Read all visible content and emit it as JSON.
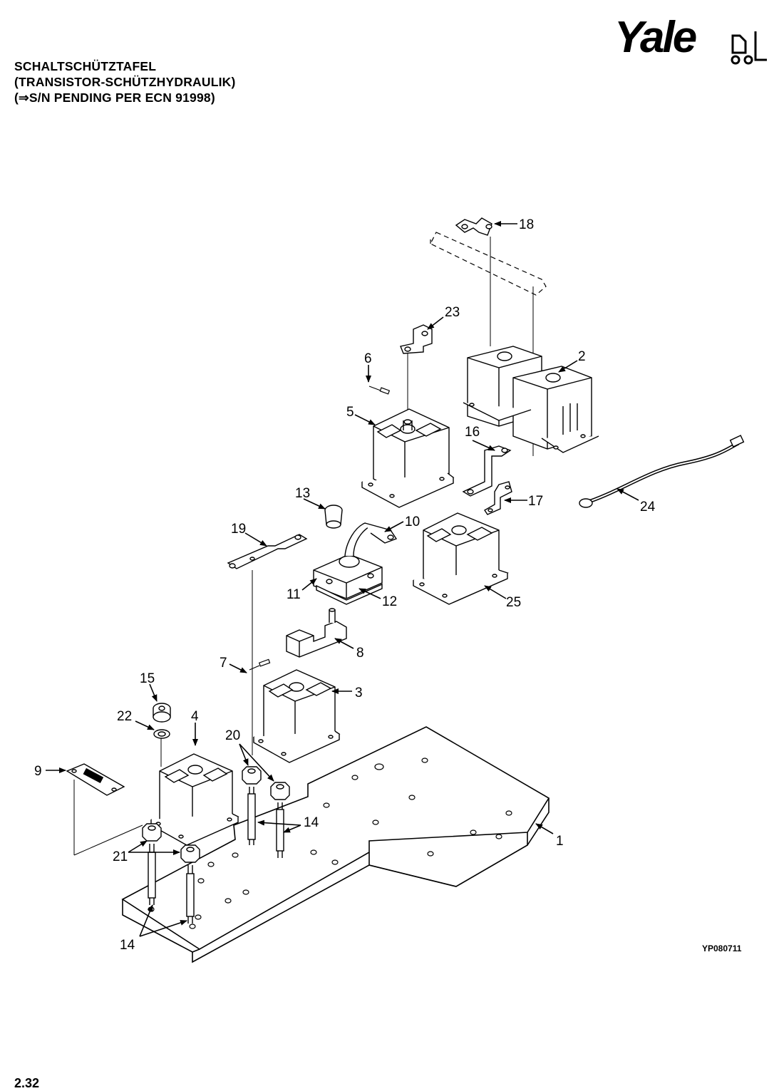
{
  "title": {
    "line1": "SCHALTSCHÜTZTAFEL",
    "line2": "(TRANSISTOR-SCHÜTZHYDRAULIK)",
    "line3": "(⇒S/N PENDING PER ECN 91998)"
  },
  "logo": {
    "text": "Yale"
  },
  "figure_code": "YP080711",
  "page_number": "2.32",
  "callouts": {
    "c1": "1",
    "c2": "2",
    "c3": "3",
    "c4": "4",
    "c5": "5",
    "c6": "6",
    "c7": "7",
    "c8": "8",
    "c9": "9",
    "c10": "10",
    "c11": "11",
    "c12": "12",
    "c13": "13",
    "c14a": "14",
    "c14b": "14",
    "c15": "15",
    "c16": "16",
    "c17": "17",
    "c18": "18",
    "c19": "19",
    "c20": "20",
    "c21": "21",
    "c22": "22",
    "c23": "23",
    "c24": "24",
    "c25": "25"
  }
}
